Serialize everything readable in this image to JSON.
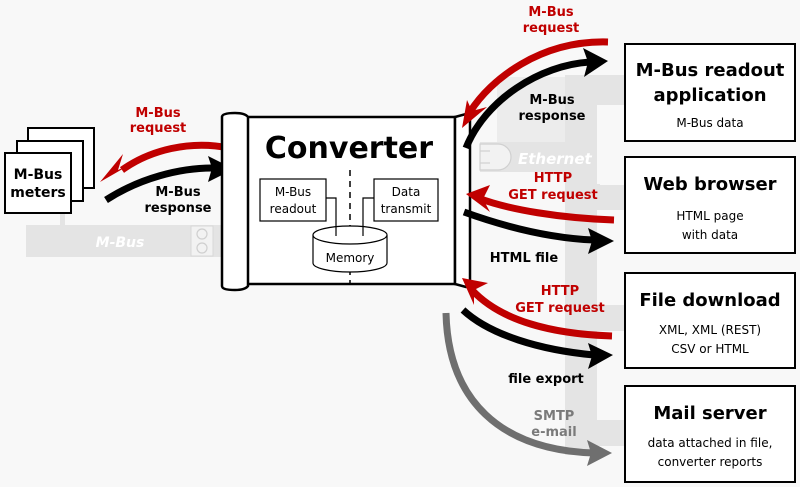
{
  "colors": {
    "background": "#f8f8f8",
    "bus_band": "#e4e4e4",
    "request_red": "#c00000",
    "response_black": "#000000",
    "smtp_gray": "#6f6f6f",
    "bus_label": "#ffffff"
  },
  "meters": {
    "title_line1": "M-Bus",
    "title_line2": "meters"
  },
  "mbus_bus": {
    "label": "M-Bus"
  },
  "ethernet_bus": {
    "label": "Ethernet"
  },
  "converter": {
    "title": "Converter",
    "readout_line1": "M-Bus",
    "readout_line2": "readout",
    "transmit_line1": "Data",
    "transmit_line2": "transmit",
    "memory": "Memory"
  },
  "left_flows": {
    "request_line1": "M-Bus",
    "request_line2": "request",
    "response_line1": "M-Bus",
    "response_line2": "response"
  },
  "right_flows": [
    {
      "request_line1": "M-Bus",
      "request_line2": "request",
      "response_line1": "M-Bus",
      "response_line2": "response"
    },
    {
      "request_line1": "HTTP",
      "request_line2": "GET request",
      "response": "HTML file"
    },
    {
      "request_line1": "HTTP",
      "request_line2": "GET request",
      "response": "file export"
    },
    {
      "request_line1": "SMTP",
      "request_line2": "e-mail"
    }
  ],
  "targets": [
    {
      "title_line1": "M-Bus readout",
      "title_line2": "application",
      "desc_line1": "M-Bus data"
    },
    {
      "title_line1": "Web browser",
      "desc_line1": "HTML page",
      "desc_line2": "with data"
    },
    {
      "title_line1": "File download",
      "desc_line1": "XML, XML (REST)",
      "desc_line2": "CSV or HTML"
    },
    {
      "title_line1": "Mail server",
      "desc_line1": "data attached in file,",
      "desc_line2": "converter reports"
    }
  ]
}
